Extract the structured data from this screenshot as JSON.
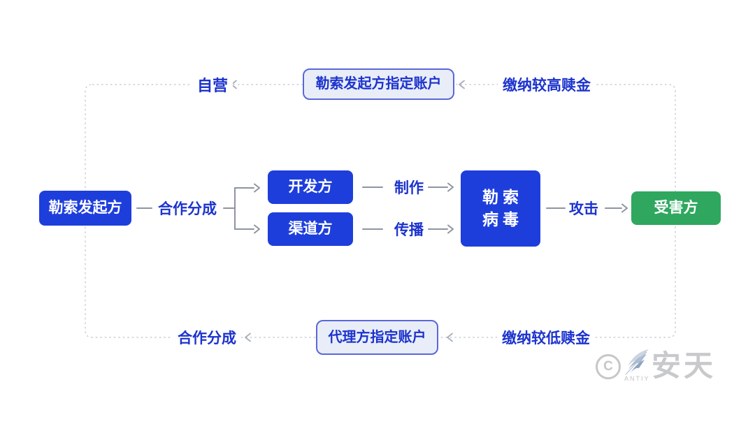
{
  "diagram": {
    "title_semantic": "ransomware-ecosystem-flow",
    "nodes": {
      "initiator": {
        "label": "勒索发起方"
      },
      "developer": {
        "label": "开发方"
      },
      "channel": {
        "label": "渠道方"
      },
      "ransomware": {
        "line1": "勒索",
        "line2": "病毒"
      },
      "victim": {
        "label": "受害方"
      },
      "initiator_account": {
        "label": "勒索发起方指定账户"
      },
      "agent_account": {
        "label": "代理方指定账户"
      }
    },
    "edge_labels": {
      "self_operated": "自营",
      "pay_higher_ransom": "缴纳较高赎金",
      "cooperation_split_main": "合作分成",
      "produce": "制作",
      "spread": "传播",
      "attack": "攻击",
      "cooperation_split_bottom": "合作分成",
      "pay_lower_ransom": "缴纳较低赎金"
    },
    "colors": {
      "node_blue": "#1e3edc",
      "label_blue": "#1c33cd",
      "account_box_bg": "#e9edf8",
      "account_box_border": "#5a68d8",
      "victim_green": "#2fa75f",
      "solid_line_gray": "#8d95a0",
      "dashed_line_gray": "#c9cdd5"
    }
  },
  "watermark": {
    "copyright_letter": "C",
    "brand_en": "ANTIY",
    "brand_cn": "安天"
  }
}
